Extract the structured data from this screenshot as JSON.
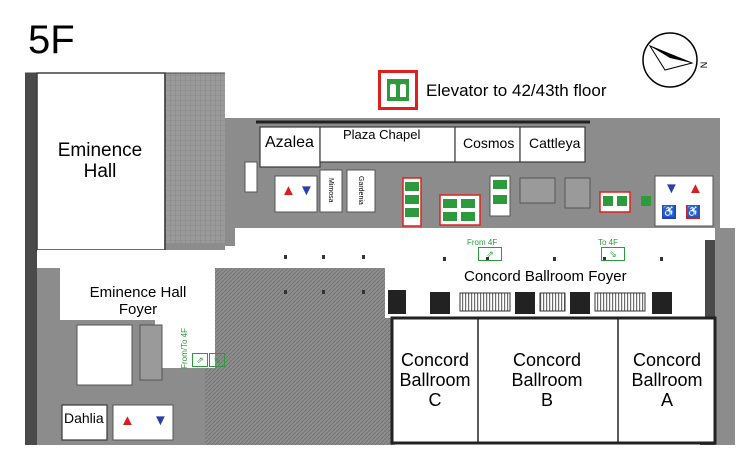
{
  "floor": {
    "label": "5F"
  },
  "legend": {
    "elevator_caption": "Elevator to 42/43th floor",
    "elevator_icon": "elevator-icon",
    "accent": "#e0201c"
  },
  "compass": {
    "north_label": "N"
  },
  "rooms": {
    "eminence_hall": [
      "Eminence",
      "Hall"
    ],
    "eminence_hall_foyer": [
      "Eminence Hall",
      "Foyer"
    ],
    "azalea": "Azalea",
    "plaza_chapel": "Plaza Chapel",
    "cosmos": "Cosmos",
    "cattleya": "Cattleya",
    "mimosa": "Mimosa",
    "gardenia": "Gardenia",
    "dahlia": "Dahlia",
    "concord_foyer": "Concord Ballroom Foyer",
    "ballroom_c": [
      "Concord",
      "Ballroom",
      "C"
    ],
    "ballroom_b": [
      "Concord",
      "Ballroom",
      "B"
    ],
    "ballroom_a": [
      "Concord",
      "Ballroom",
      "A"
    ]
  },
  "escalators": {
    "from_4f": "From 4F",
    "to_4f": "To 4F",
    "from_to_4f": "From/To 4F"
  },
  "colors": {
    "wall": "#4a4a4a",
    "structure": "#8c8c8c",
    "floor": "#ffffff",
    "green": "#2e9a3e",
    "men": "#2b3fa8",
    "women": "#d81e1e"
  }
}
